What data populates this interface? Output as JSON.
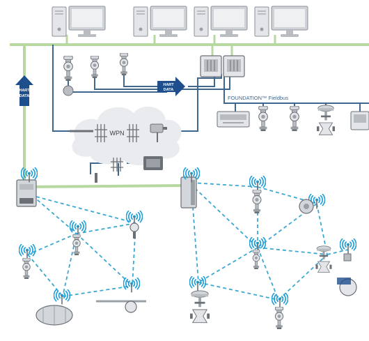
{
  "labels": {
    "hart_data_vertical": [
      "HART",
      "DATA"
    ],
    "hart_data_horizontal": [
      "HART",
      "DATA"
    ],
    "wpn": "WPN",
    "fieldbus": "FOUNDATION™ Fieldbus"
  },
  "colors": {
    "ethernet_bus": "#b7d8a0",
    "wired_line": "#3d6791",
    "wireless_link": "#3aa8d1",
    "wireless_icon": "#1f9fd6",
    "arrow": "#1e4f8c",
    "device_light": "#e3e5e8",
    "device_mid": "#b9bdc2",
    "device_dark": "#6b7076",
    "cloud": "#e9ebee"
  },
  "icons": {
    "computer": "desktop-computer-icon",
    "controller": "dcs-controller-icon",
    "gateway": "wireless-gateway-icon",
    "transmitter": "pressure-transmitter-icon",
    "valve": "control-valve-icon",
    "antenna": "wireless-antenna-icon"
  }
}
